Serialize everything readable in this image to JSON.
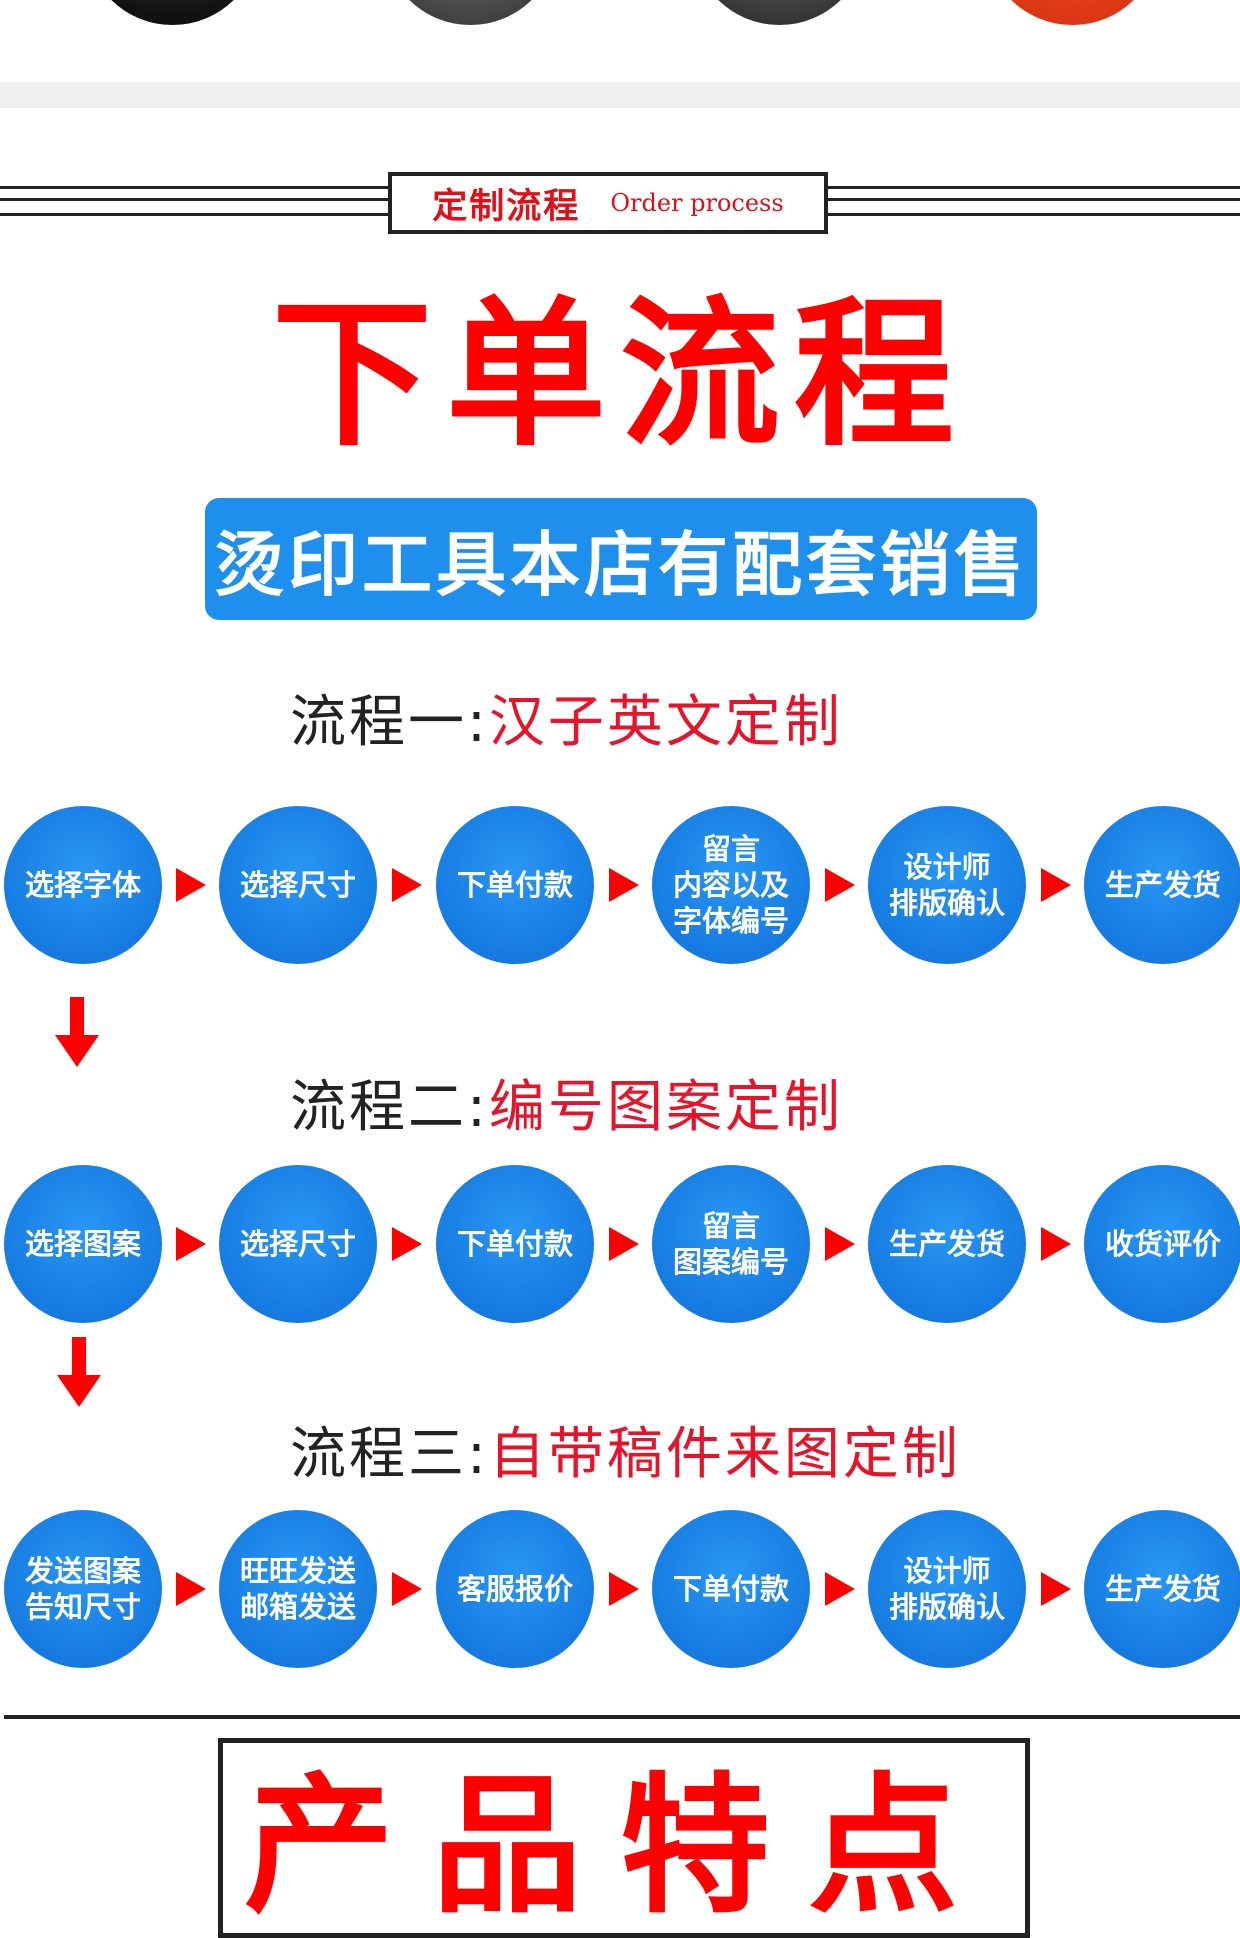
{
  "section_header": {
    "cn": "定制流程",
    "en": "Order process"
  },
  "main_title": "下单流程",
  "banner": "烫印工具本店有配套销售",
  "processes": [
    {
      "label": "流程一:",
      "name": "汉子英文定制",
      "steps": [
        {
          "line1": "选择字体"
        },
        {
          "line1": "选择尺寸"
        },
        {
          "line1": "下单付款"
        },
        {
          "line1": "留言",
          "line2": "内容以及",
          "line3": "字体编号"
        },
        {
          "line1": "设计师",
          "line2": "排版确认"
        },
        {
          "line1": "生产发货"
        }
      ]
    },
    {
      "label": "流程二:",
      "name": "编号图案定制",
      "steps": [
        {
          "line1": "选择图案"
        },
        {
          "line1": "选择尺寸"
        },
        {
          "line1": "下单付款"
        },
        {
          "line1": "留言",
          "line2": "图案编号"
        },
        {
          "line1": "生产发货"
        },
        {
          "line1": "收货评价"
        }
      ]
    },
    {
      "label": "流程三:",
      "name": "自带稿件来图定制",
      "steps": [
        {
          "line1": "发送图案",
          "line2": "告知尺寸"
        },
        {
          "line1": "旺旺发送",
          "line2": "邮箱发送"
        },
        {
          "line1": "客服报价"
        },
        {
          "line1": "下单付款"
        },
        {
          "line1": "设计师",
          "line2": "排版确认"
        },
        {
          "line1": "生产发货"
        }
      ]
    }
  ],
  "feature_title": "产品特点",
  "colors": {
    "title_red": "#ff0000",
    "step_blue": "#1e8fec",
    "process_name_red": "#e5142a"
  }
}
